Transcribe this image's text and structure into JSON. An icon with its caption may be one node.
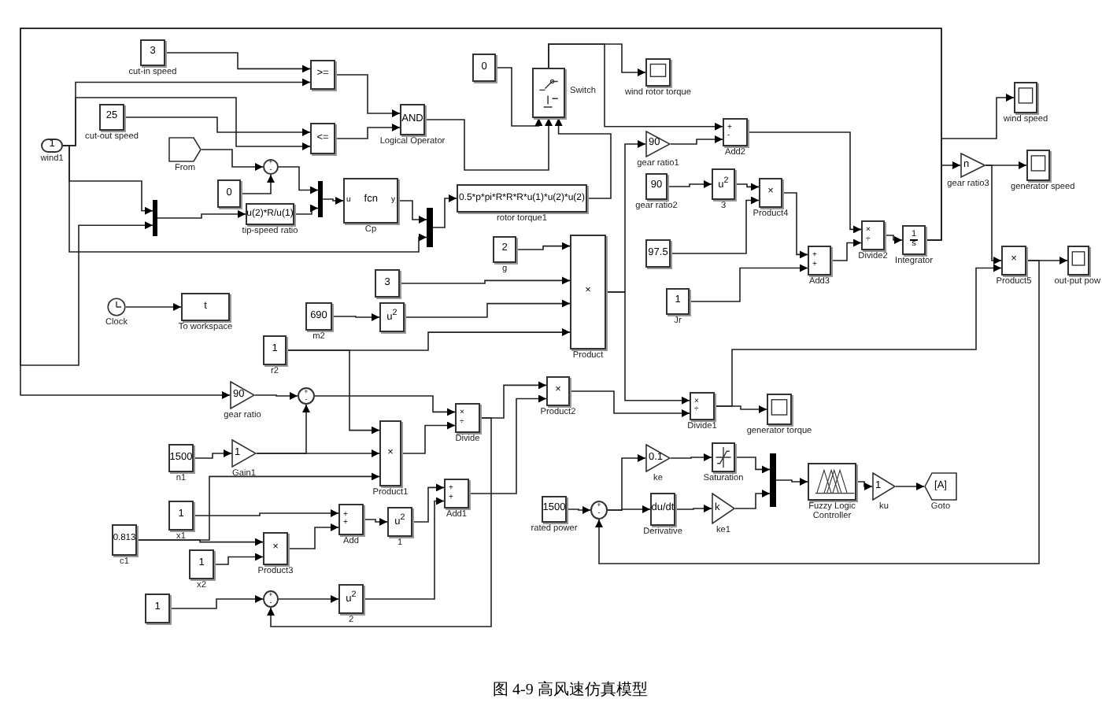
{
  "diagram": {
    "caption": "图 4-9 高风速仿真模型",
    "nodes": [
      {
        "text": [
          "1",
          "wind1"
        ]
      },
      {
        "text": [
          "3",
          "cut-in speed"
        ]
      },
      {
        "text": [
          ">="
        ]
      },
      {
        "text": [
          "25",
          "cut-out speed"
        ]
      },
      {
        "text": [
          "<="
        ]
      },
      {
        "text": [
          "AND",
          "Logical Operator"
        ]
      },
      {
        "text": [
          "From"
        ]
      },
      {
        "text": [
          "+",
          "-"
        ]
      },
      {
        "text": [
          "0"
        ]
      },
      {
        "text": [
          "u(2)*R/u(1)",
          "tip-speed ratio"
        ]
      },
      {
        "text": [],
        "shape": "bar"
      },
      {
        "text": [],
        "shape": "bar"
      },
      {
        "text": [
          "u",
          "fcn",
          "y",
          "Cp"
        ]
      },
      {
        "text": [],
        "shape": "bar"
      },
      {
        "text": [
          "0.5*p*pi*R*R*R*u(1)*u(2)*u(2)",
          "rotor torque1"
        ]
      },
      {
        "text": [
          "0"
        ]
      },
      {
        "text": [
          "Switch"
        ]
      },
      {
        "text": [
          "wind rotor torque"
        ]
      },
      {
        "text": [
          "+",
          "-",
          "Add2"
        ]
      },
      {
        "text": [
          "90",
          "gear ratio1"
        ]
      },
      {
        "text": [
          "90",
          "gear ratio2"
        ]
      },
      {
        "text": [
          "u$^{2}$",
          "3"
        ]
      },
      {
        "text": [
          "×",
          "Product4"
        ]
      },
      {
        "text": [
          "97.5"
        ]
      },
      {
        "text": [
          "1",
          "Jr"
        ]
      },
      {
        "text": [
          "+",
          "+",
          "Add3"
        ]
      },
      {
        "text": [
          "×",
          "÷",
          "Divide2"
        ]
      },
      {
        "text": [
          "1",
          "s",
          "Integrator"
        ]
      },
      {
        "text": [
          "wind speed"
        ]
      },
      {
        "text": [
          "n",
          "gear ratio3"
        ]
      },
      {
        "text": [
          "generator speed"
        ]
      },
      {
        "text": [
          "×",
          "Product5"
        ]
      },
      {
        "text": [
          "out-put pow"
        ]
      },
      {
        "text": [
          "2",
          "g"
        ]
      },
      {
        "text": [
          "3"
        ]
      },
      {
        "text": [
          "690",
          "m2"
        ]
      },
      {
        "text": [
          "u$^{2}$"
        ]
      },
      {
        "text": [
          "×",
          "Product"
        ]
      },
      {
        "text": [
          "Clock"
        ]
      },
      {
        "text": [
          "t",
          "To workspace"
        ]
      },
      {
        "text": [
          "1",
          "r2"
        ]
      },
      {
        "text": [
          "90",
          "gear ratio"
        ]
      },
      {
        "text": [
          "+",
          "-"
        ]
      },
      {
        "text": [
          "×",
          "÷",
          "Divide"
        ]
      },
      {
        "text": [
          "×",
          "Product2"
        ]
      },
      {
        "text": [
          "×",
          "÷",
          "Divide1"
        ]
      },
      {
        "text": [
          "generator torque"
        ]
      },
      {
        "text": [
          "1500",
          "n1"
        ]
      },
      {
        "text": [
          "1",
          "Gain1"
        ]
      },
      {
        "text": [
          "×",
          "Product1"
        ]
      },
      {
        "text": [
          "1",
          "x1"
        ]
      },
      {
        "text": [
          "0.813",
          "c1"
        ]
      },
      {
        "text": [
          "1",
          "x2"
        ]
      },
      {
        "text": [
          "×",
          "Product3"
        ]
      },
      {
        "text": [
          "+",
          "+",
          "Add"
        ]
      },
      {
        "text": [
          "u$^{2}$",
          "1"
        ]
      },
      {
        "text": [
          "+",
          "+",
          "Add1"
        ]
      },
      {
        "text": [
          "1"
        ]
      },
      {
        "text": [
          "+",
          "-"
        ]
      },
      {
        "text": [
          "u$^{2}$",
          "2"
        ]
      },
      {
        "text": [
          "0.1",
          "ke"
        ]
      },
      {
        "text": [
          "Saturation"
        ]
      },
      {
        "text": [],
        "shape": "bar"
      },
      {
        "text": [
          "Fuzzy Logic Controller"
        ]
      },
      {
        "text": [
          "1",
          "ku"
        ]
      },
      {
        "text": [
          "[A]",
          "Goto"
        ]
      },
      {
        "text": [
          "1500",
          "rated power"
        ]
      },
      {
        "text": [
          "+",
          "-"
        ]
      },
      {
        "text": [
          "du/dt",
          "Derivative"
        ]
      },
      {
        "text": [
          "k",
          "ke1"
        ]
      }
    ],
    "edges": [
      {
        "from": 1,
        "to": 2,
        "arrow": "to"
      },
      {
        "from": 0,
        "to": 2,
        "arrow": "to"
      },
      {
        "from": 3,
        "to": 4,
        "arrow": "to"
      },
      {
        "from": 0,
        "to": 4,
        "arrow": "to"
      },
      {
        "from": 2,
        "to": 5,
        "arrow": "to"
      },
      {
        "from": 4,
        "to": 5,
        "arrow": "to"
      },
      {
        "from": 5,
        "to": 16,
        "arrow": "to"
      },
      {
        "from": 15,
        "to": 16,
        "arrow": "to"
      },
      {
        "from": 14,
        "to": 16,
        "arrow": "to"
      },
      {
        "from": 16,
        "to": 17,
        "arrow": "to"
      },
      {
        "from": 16,
        "to": 18,
        "arrow": "to"
      },
      {
        "from": 19,
        "to": 18,
        "arrow": "to"
      },
      {
        "from": 18,
        "to": 26,
        "arrow": "to"
      },
      {
        "from": 20,
        "to": 21,
        "arrow": "to"
      },
      {
        "from": 21,
        "to": 22,
        "arrow": "to"
      },
      {
        "from": 23,
        "to": 22,
        "arrow": "to"
      },
      {
        "from": 22,
        "to": 25,
        "arrow": "to"
      },
      {
        "from": 24,
        "to": 25,
        "arrow": "to"
      },
      {
        "from": 25,
        "to": 26,
        "arrow": "to"
      },
      {
        "from": 26,
        "to": 27,
        "arrow": "to"
      },
      {
        "from": 27,
        "to": 29,
        "arrow": "to"
      },
      {
        "from": 29,
        "to": 30,
        "arrow": "to"
      },
      {
        "from": 29,
        "to": 31,
        "arrow": "to"
      },
      {
        "from": 31,
        "to": 32,
        "arrow": "to"
      },
      {
        "from": 27,
        "to": 28,
        "arrow": "to"
      },
      {
        "from": 27,
        "to": 41,
        "arrow": "to"
      },
      {
        "from": 37,
        "to": 19,
        "arrow": "to"
      },
      {
        "from": 6,
        "to": 7,
        "arrow": "to"
      },
      {
        "from": 8,
        "to": 7,
        "arrow": "to"
      },
      {
        "from": 7,
        "to": 11,
        "arrow": "to"
      },
      {
        "from": 9,
        "to": 11,
        "arrow": "to"
      },
      {
        "from": 0,
        "to": 10,
        "arrow": "to"
      },
      {
        "from": 27,
        "to": 10,
        "arrow": "to"
      },
      {
        "from": 10,
        "to": 9,
        "arrow": "to"
      },
      {
        "from": 11,
        "to": 12,
        "arrow": "to"
      },
      {
        "from": 12,
        "to": 13,
        "arrow": "to"
      },
      {
        "from": 0,
        "to": 13,
        "arrow": "to"
      },
      {
        "from": 13,
        "to": 14,
        "arrow": "to"
      },
      {
        "from": 33,
        "to": 37,
        "arrow": "to"
      },
      {
        "from": 34,
        "to": 37,
        "arrow": "to"
      },
      {
        "from": 35,
        "to": 36,
        "arrow": "to"
      },
      {
        "from": 36,
        "to": 37,
        "arrow": "to"
      },
      {
        "from": 40,
        "to": 37,
        "arrow": "to"
      },
      {
        "from": 37,
        "to": 45,
        "arrow": "to"
      },
      {
        "from": 38,
        "to": 39,
        "arrow": "to"
      },
      {
        "from": 41,
        "to": 42,
        "arrow": "to"
      },
      {
        "from": 48,
        "to": 42,
        "arrow": "to"
      },
      {
        "from": 42,
        "to": 43,
        "arrow": "to"
      },
      {
        "from": 40,
        "to": 49,
        "arrow": "to"
      },
      {
        "from": 48,
        "to": 49,
        "arrow": "to"
      },
      {
        "from": 51,
        "to": 49,
        "arrow": "to"
      },
      {
        "from": 47,
        "to": 48,
        "arrow": "to"
      },
      {
        "from": 49,
        "to": 43,
        "arrow": "to"
      },
      {
        "from": 43,
        "to": 44,
        "arrow": "to"
      },
      {
        "from": 56,
        "to": 44,
        "arrow": "to"
      },
      {
        "from": 44,
        "to": 45,
        "arrow": "to"
      },
      {
        "from": 45,
        "to": 46,
        "arrow": "to"
      },
      {
        "from": 50,
        "to": 54,
        "arrow": "to"
      },
      {
        "from": 51,
        "to": 53,
        "arrow": "to"
      },
      {
        "from": 52,
        "to": 53,
        "arrow": "to"
      },
      {
        "from": 53,
        "to": 54,
        "arrow": "to"
      },
      {
        "from": 54,
        "to": 55,
        "arrow": "to"
      },
      {
        "from": 55,
        "to": 56,
        "arrow": "to"
      },
      {
        "from": 59,
        "to": 56,
        "arrow": "to"
      },
      {
        "from": 57,
        "to": 58,
        "arrow": "to"
      },
      {
        "from": 58,
        "to": 59,
        "arrow": "to"
      },
      {
        "from": 43,
        "to": 58,
        "arrow": "to"
      },
      {
        "from": 66,
        "to": 67,
        "arrow": "to"
      },
      {
        "from": 67,
        "to": 60,
        "arrow": "to"
      },
      {
        "from": 67,
        "to": 68,
        "arrow": "to"
      },
      {
        "from": 60,
        "to": 61,
        "arrow": "to"
      },
      {
        "from": 68,
        "to": 69,
        "arrow": "to"
      },
      {
        "from": 61,
        "to": 62,
        "arrow": "to"
      },
      {
        "from": 69,
        "to": 62,
        "arrow": "to"
      },
      {
        "from": 62,
        "to": 63,
        "arrow": "to"
      },
      {
        "from": 63,
        "to": 64,
        "arrow": "to"
      },
      {
        "from": 64,
        "to": 65,
        "arrow": "to"
      },
      {
        "from": 31,
        "to": 67,
        "arrow": "to"
      },
      {
        "from": 45,
        "to": 31,
        "arrow": "to"
      }
    ]
  }
}
